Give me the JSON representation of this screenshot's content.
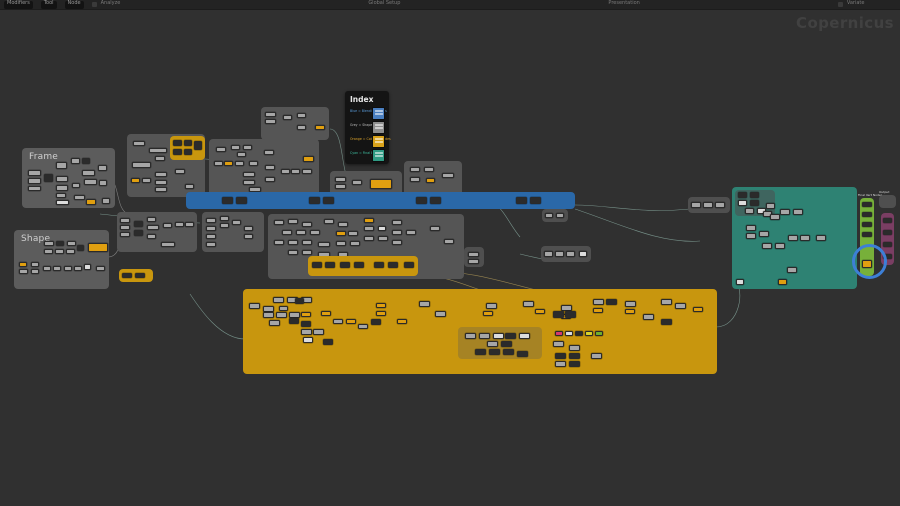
{
  "app": {
    "watermark": "Copernicus",
    "background_color": "#303030"
  },
  "topbar": {
    "items": [
      {
        "label": "Modifiers",
        "type": "menu"
      },
      {
        "label": "Tool",
        "type": "tab"
      },
      {
        "label": "Node",
        "type": "tab"
      },
      {
        "label": "Analyze",
        "type": "menu"
      },
      {
        "label": "Global Setup",
        "type": "menu"
      },
      {
        "label": "Presentation",
        "type": "menu"
      },
      {
        "label": "Variate",
        "type": "menu"
      }
    ]
  },
  "index_panel": {
    "title": "Index",
    "legend": [
      {
        "label": "Blue = Blending Nodes",
        "color": "#4a7fc1",
        "text_color": "#5b9ddc"
      },
      {
        "label": "Grey = Shape Nodes",
        "color": "#8e8e8e",
        "text_color": "#bdbdbd"
      },
      {
        "label": "Orange = Coloring Nodes",
        "color": "#d9a21a",
        "text_color": "#e0a62a"
      },
      {
        "label": "Cyan = Final Editing",
        "color": "#2f9b84",
        "text_color": "#3fc0a3"
      }
    ]
  },
  "frames": [
    {
      "name": "frame-frame",
      "label": "Frame",
      "color": "#5c5c5c"
    },
    {
      "name": "frame-shape",
      "label": "Shape",
      "color": "#5c5c5c"
    },
    {
      "name": "frame-blend-bar",
      "label": "",
      "color": "#2a68a8"
    },
    {
      "name": "frame-coloring",
      "label": "",
      "color": "#c8960e"
    },
    {
      "name": "frame-final-edit",
      "label": "",
      "color": "#2e8273"
    }
  ],
  "groups": {
    "final_vert_nodes_label": "Final Vert Nodes",
    "output_label": "Output"
  },
  "selection": {
    "highlight_color": "#3d7fd6",
    "shape": "circle"
  }
}
